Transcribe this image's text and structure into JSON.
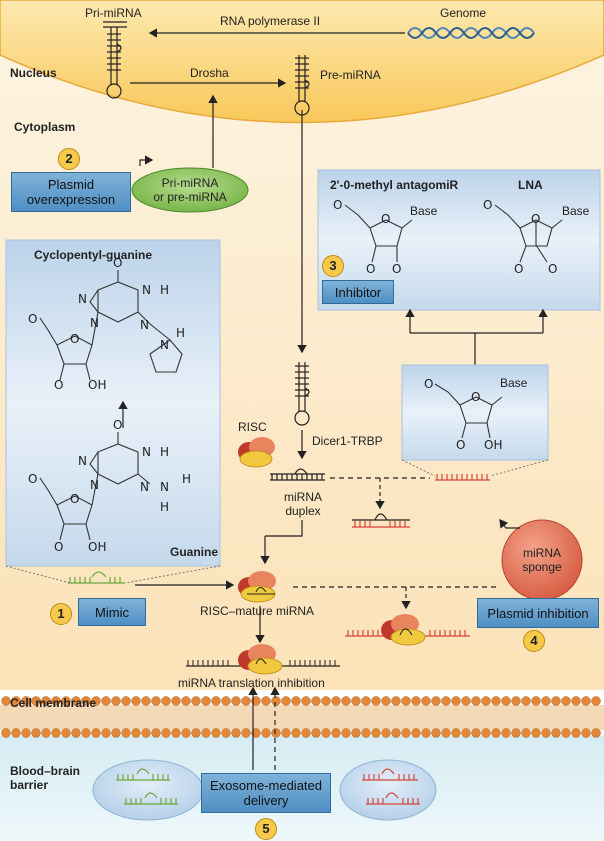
{
  "labels": {
    "pri_mirna": "Pri-miRNA",
    "rna_pol": "RNA polymerase II",
    "genome": "Genome",
    "nucleus": "Nucleus",
    "drosha": "Drosha",
    "pre_mirna": "Pre-miRNA",
    "cytoplasm": "Cytoplasm",
    "plasmid_overexpression": "Plasmid\noverexpression",
    "pri_or_pre": "Pri-miRNA\nor pre-miRNA",
    "antagomir": "2'-0-methyl antagomiR",
    "lna": "LNA",
    "base": "Base",
    "inhibitor": "Inhibitor",
    "cyclopentyl_guanine": "Cyclopentyl-guanine",
    "guanine": "Guanine",
    "risc": "RISC",
    "dicer": "Dicer1-TRBP",
    "mirna_duplex": "miRNA\nduplex",
    "mirna_sponge": "miRNA\nsponge",
    "mimic": "Mimic",
    "risc_mature": "RISC–mature miRNA",
    "plasmid_inhibition": "Plasmid inhibition",
    "translation_inhibition": "miRNA translation inhibition",
    "cell_membrane": "Cell membrane",
    "bbb": "Blood–brain\nbarrier",
    "exosome_delivery": "Exosome-mediated\ndelivery"
  },
  "chem": {
    "O": "O",
    "N": "N",
    "H": "H",
    "OH": "OH",
    "Base": "Base"
  },
  "steps": [
    "1",
    "2",
    "3",
    "4",
    "5"
  ],
  "colors": {
    "nucleus": "#fbd27a",
    "cytoplasm": "#fdebc9",
    "panel": "#c5d7ea",
    "blue_box": "#5d9ad0",
    "green": "#78b84a",
    "red": "#e06050",
    "step_badge": "#f6c94a"
  }
}
